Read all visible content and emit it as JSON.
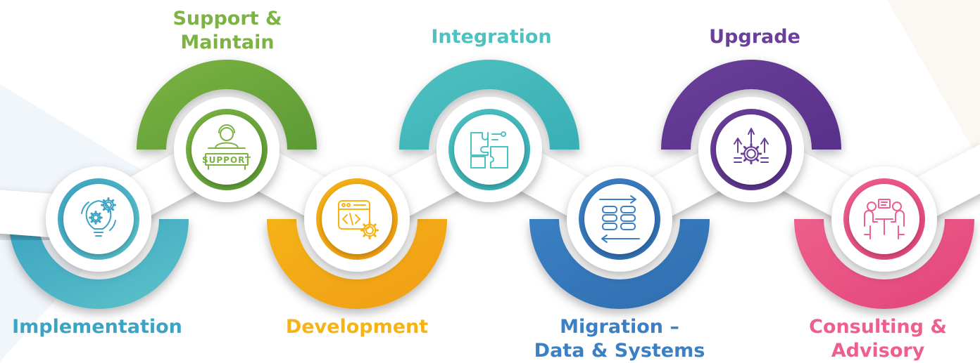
{
  "steps": [
    {
      "key": "implementation",
      "lines": [
        "Implementation"
      ],
      "color": "#3DA3C3",
      "color2": "#5BC3C9",
      "icon": "lightbulb-gears-icon"
    },
    {
      "key": "support",
      "lines": [
        "Support &",
        "Maintain"
      ],
      "color": "#7CB342",
      "color2": "#5C9A35",
      "icon": "support-agent-icon",
      "icon_text": "SUPPORT"
    },
    {
      "key": "development",
      "lines": [
        "Development"
      ],
      "color": "#F5B316",
      "color2": "#F09D11",
      "icon": "code-window-gear-icon"
    },
    {
      "key": "integration",
      "lines": [
        "Integration"
      ],
      "color": "#4EC1C1",
      "color2": "#38AFB5",
      "icon": "puzzle-pieces-icon"
    },
    {
      "key": "migration",
      "lines": [
        "Migration –",
        "Data & Systems"
      ],
      "color": "#3B80C4",
      "color2": "#2F6DB0",
      "icon": "data-transfer-icon"
    },
    {
      "key": "upgrade",
      "lines": [
        "Upgrade"
      ],
      "color": "#6A3F99",
      "color2": "#58308A",
      "icon": "gear-arrows-up-icon"
    },
    {
      "key": "consulting",
      "lines": [
        "Consulting &",
        "Advisory"
      ],
      "color": "#EE5F8C",
      "color2": "#E2457A",
      "icon": "consulting-meeting-icon"
    }
  ]
}
